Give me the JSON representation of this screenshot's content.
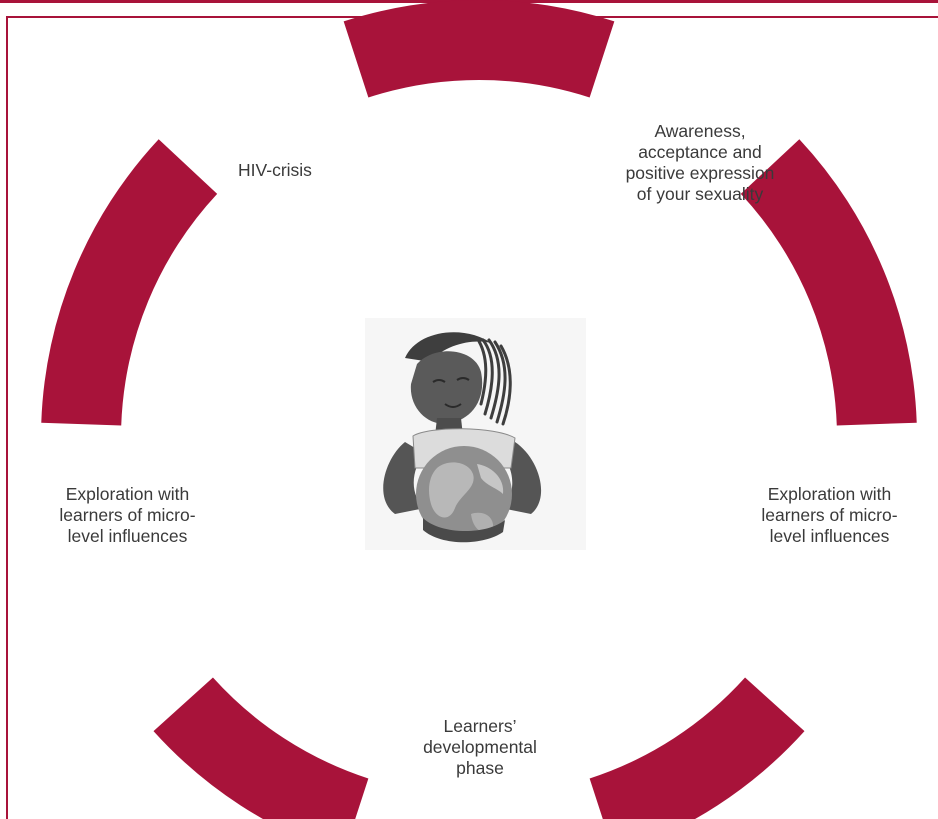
{
  "diagram": {
    "ring_color": "#a8133a",
    "label_color": "#3a3a3a",
    "labels": {
      "top_left": "HIV-crisis",
      "top_right": "Awareness,\nacceptance and\npositive expression\nof your sexuality",
      "left": "Exploration with\nlearners of micro-\nlevel influences",
      "right": "Exploration with\nlearners of micro-\nlevel influences",
      "bottom": "Learners’\ndevelopmental\nphase"
    },
    "center_image": "woman-holding-globe-illustration"
  }
}
